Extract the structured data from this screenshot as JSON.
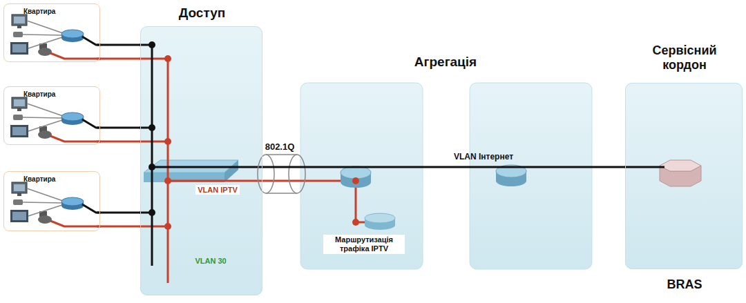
{
  "diagram": {
    "nodes": [
      {
        "text": [
          "Квартира"
        ]
      },
      {
        "text": [
          "Квартира"
        ]
      },
      {
        "text": [
          "Квартира"
        ]
      },
      {
        "text": [
          "Доступ"
        ]
      },
      {
        "text": [
          "Сервісний кордон",
          "BRAS"
        ]
      }
    ],
    "edges": [
      {
        "from": 0,
        "to": 3,
        "arrow": "none"
      },
      {
        "from": 0,
        "to": 3,
        "arrow": "none"
      },
      {
        "from": 1,
        "to": 3,
        "arrow": "none"
      },
      {
        "from": 1,
        "to": 3,
        "arrow": "none"
      },
      {
        "from": 2,
        "to": 3,
        "arrow": "none"
      },
      {
        "from": 2,
        "to": 3,
        "arrow": "none"
      },
      {
        "from": 3,
        "to": 4,
        "label": "VLAN Інтернет",
        "arrow": "none"
      }
    ],
    "labels": [
      "Агрегація",
      "802.1Q",
      "VLAN IPTV",
      "VLAN 30",
      "Маршрутизація трафіка IPTV"
    ]
  }
}
